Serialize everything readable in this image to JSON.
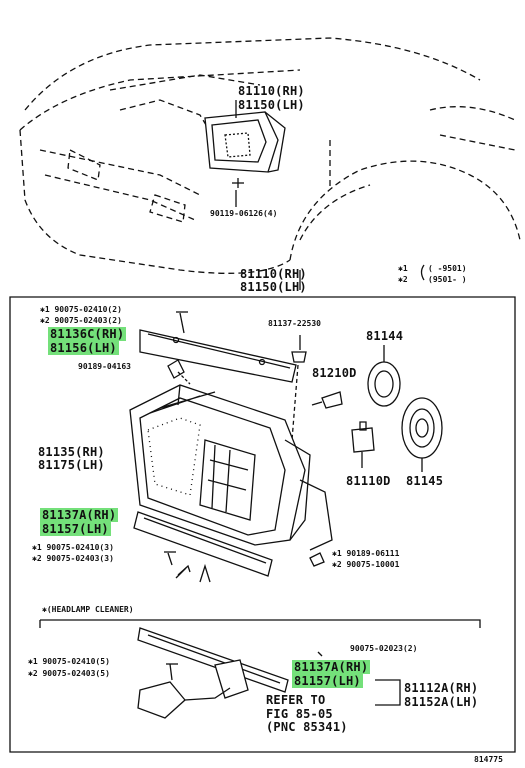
{
  "colors": {
    "line": "#111111",
    "highlight": "#74e07a",
    "paper": "#ffffff"
  },
  "top": {
    "part_rh": "81110(RH)",
    "part_lh": "81150(LH)",
    "screw": "90119-06126(4)"
  },
  "legend": {
    "row1_mark": "✱1",
    "row1_text": "( -9501)",
    "row2_mark": "✱2",
    "row2_text": "(9501- )"
  },
  "assembly": {
    "rh": "81110(RH)",
    "lh": "81150(LH)"
  },
  "parts": {
    "bolt_a1": "✱1  90075-02410(2)",
    "bolt_a2": "✱2  90075-02403(2)",
    "support_rh": "81136C(RH)",
    "support_lh": "81156(LH)",
    "clip": "90189-04163",
    "adjuster": "81137-22530",
    "cover": "81144",
    "socket": "81210D",
    "lamp_rh": "81135(RH)",
    "lamp_lh": "81175(LH)",
    "bulb": "81110D",
    "ring": "81145",
    "lower_rh": "81137A(RH)",
    "lower_lh": "81157(LH)",
    "bolt_b1": "✱1  90075-02410(3)",
    "bolt_b2": "✱2  90075-02403(3)",
    "nut_1": "✱1  90189-06111",
    "nut_2": "✱2  90075-10001"
  },
  "cleaner": {
    "title": "✱(HEADLAMP CLEANER)",
    "screw": "90075-02023(2)",
    "bolt_1": "✱1  90075-02410(5)",
    "bolt_2": "✱2  90075-02403(5)",
    "rh": "81137A(RH)",
    "lh": "81157(LH)",
    "asm_rh": "81112A(RH)",
    "asm_lh": "81152A(LH)",
    "refer_1": "REFER TO",
    "refer_2": "FIG 85-05",
    "refer_3": "(PNC 85341)"
  },
  "footer_code": "814775"
}
